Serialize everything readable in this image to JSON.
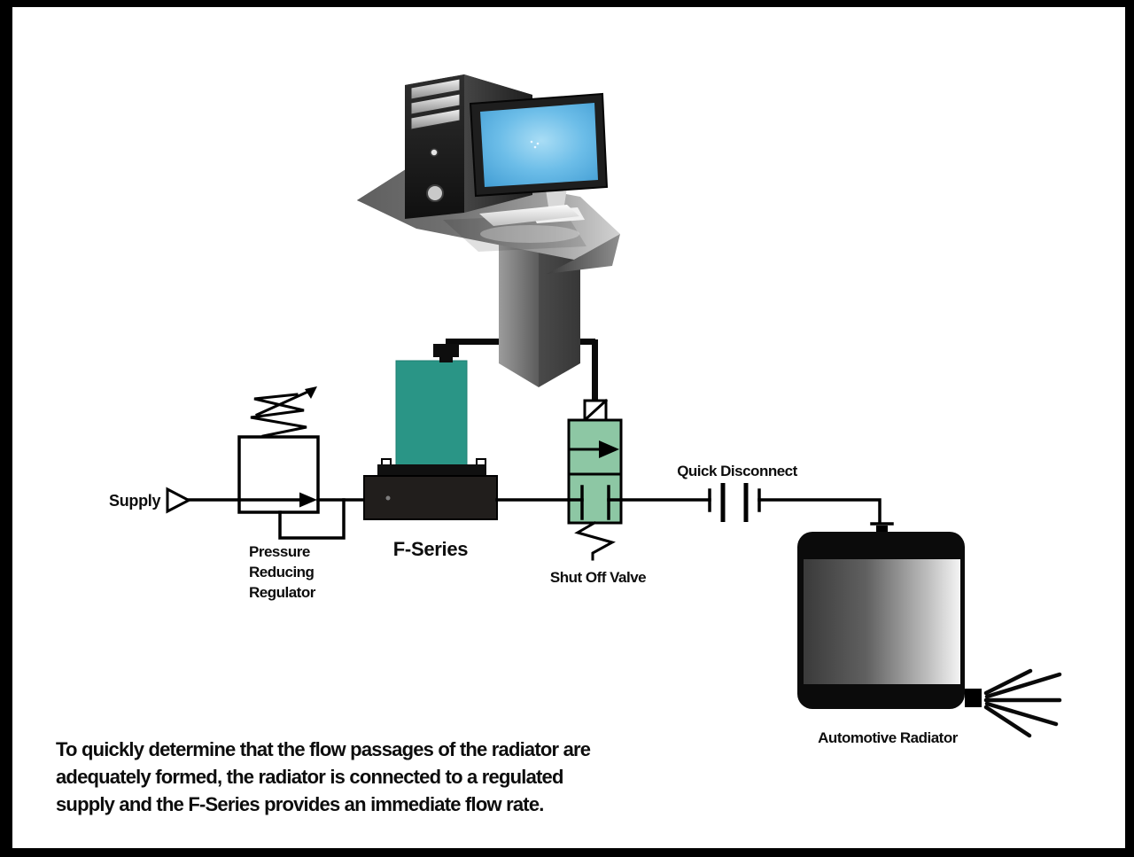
{
  "frame": {
    "border_color": "#000000",
    "canvas_color": "#ffffff"
  },
  "labels": {
    "supply": "Supply",
    "pressure_reducing_regulator": [
      "Pressure",
      "Reducing",
      "Regulator"
    ],
    "flow_meter": "F-Series",
    "shut_off_valve": "Shut Off Valve",
    "quick_disconnect": "Quick Disconnect",
    "radiator": "Automotive Radiator"
  },
  "caption": {
    "lines": [
      "To quickly determine that the flow passages of the radiator are",
      "adequately formed, the radiator is connected to a regulated",
      "supply and the F-Series provides an immediate flow rate."
    ]
  },
  "colors": {
    "meter_teal": "#2A9586",
    "valve_green": "#8DC7A4",
    "line_black": "#000000",
    "screen_blue": "#55ABDD",
    "desk_gray": "#8A8A8A",
    "radiator_black": "#0B0B0B"
  },
  "icons": [
    "computer-workstation-icon",
    "supply-arrow-icon",
    "pressure-regulator-symbol",
    "flow-meter-icon",
    "shutoff-valve-symbol",
    "quick-disconnect-symbol",
    "radiator-icon",
    "spray-icon"
  ]
}
